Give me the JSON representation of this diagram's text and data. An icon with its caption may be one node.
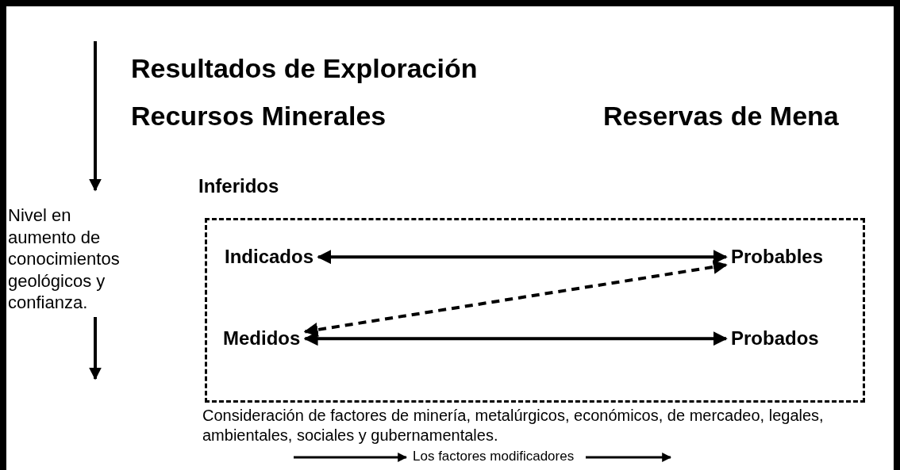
{
  "diagram": {
    "nodes": [
      {
        "text": [
          "Resultados de Exploración"
        ]
      },
      {
        "text": [
          "Recursos Minerales"
        ]
      },
      {
        "text": [
          "Reservas de Mena"
        ]
      },
      {
        "text": [
          "Inferidos"
        ]
      },
      {
        "text": [],
        "shape": "box"
      },
      {
        "text": [
          "Indicados"
        ],
        "in": 4
      },
      {
        "text": [
          "Probables"
        ],
        "in": 4
      },
      {
        "text": [
          "Medidos"
        ],
        "in": 4
      },
      {
        "text": [
          "Probados"
        ],
        "in": 4
      }
    ],
    "edges": [
      {
        "from": 5,
        "to": 6,
        "arrow": "both"
      },
      {
        "from": 7,
        "to": 6,
        "arrow": "both",
        "style": "dashed"
      },
      {
        "from": 7,
        "to": 8,
        "arrow": "both"
      }
    ],
    "labels": [
      "Nivel en aumento de conocimientos geológicos y confianza.",
      "Consideración de factores de minería, metalúrgicos, económicos, de mercadeo, legales, ambientales, sociales y gubernamentales.",
      "Los factores modificadores"
    ]
  }
}
